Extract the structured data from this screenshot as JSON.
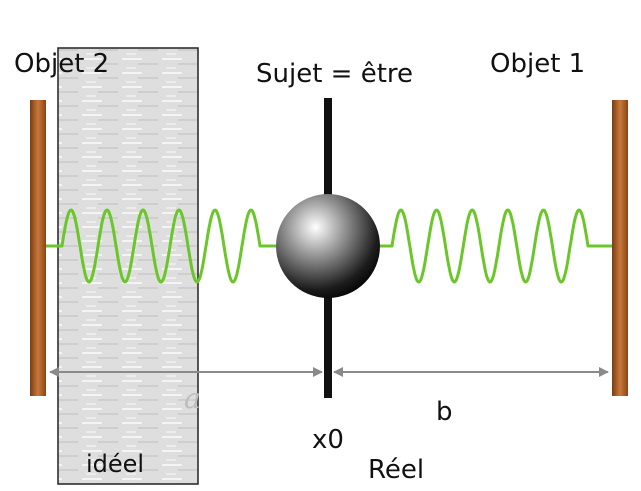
{
  "labels": {
    "objet2": "Objet 2",
    "objet1": "Objet 1",
    "sujet": "Sujet = être",
    "x0": "x0",
    "a": "a",
    "b": "b",
    "ideel": "idéel",
    "reel": "Réel"
  },
  "colors": {
    "wall": "#b9682f",
    "wall_edge": "#6b3510",
    "spring": "#6bc62a",
    "rod": "#111111",
    "arrow": "#8a8a8a",
    "panel": "#dcdcdc"
  }
}
